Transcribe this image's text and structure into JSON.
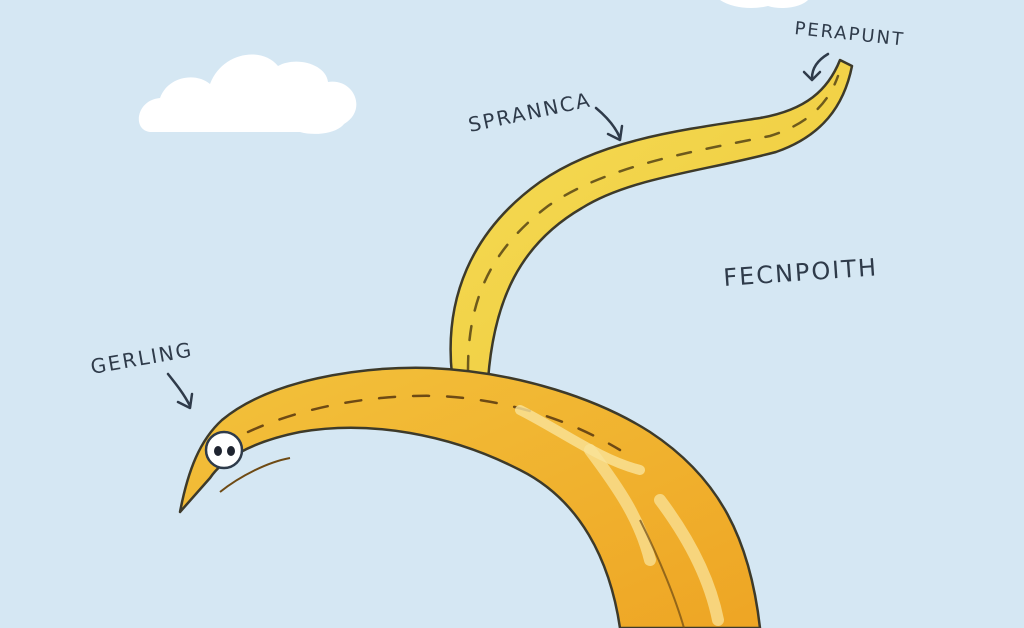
{
  "labels": {
    "perapunt": "PERAPUNT",
    "spranca": "SPRANNCA",
    "fecnpoith": "FECNPOITH",
    "gerling": "GERLING"
  },
  "colors": {
    "sky": "#d5e7f3",
    "cloud": "#ffffff",
    "upper_worm": "#f2d244",
    "lower_worm": "#f1b52d",
    "outline": "#2f3b4a"
  },
  "icons": {
    "cloud": "cloud-icon",
    "eye": "eyes-icon",
    "arrow": "arrow-icon"
  }
}
